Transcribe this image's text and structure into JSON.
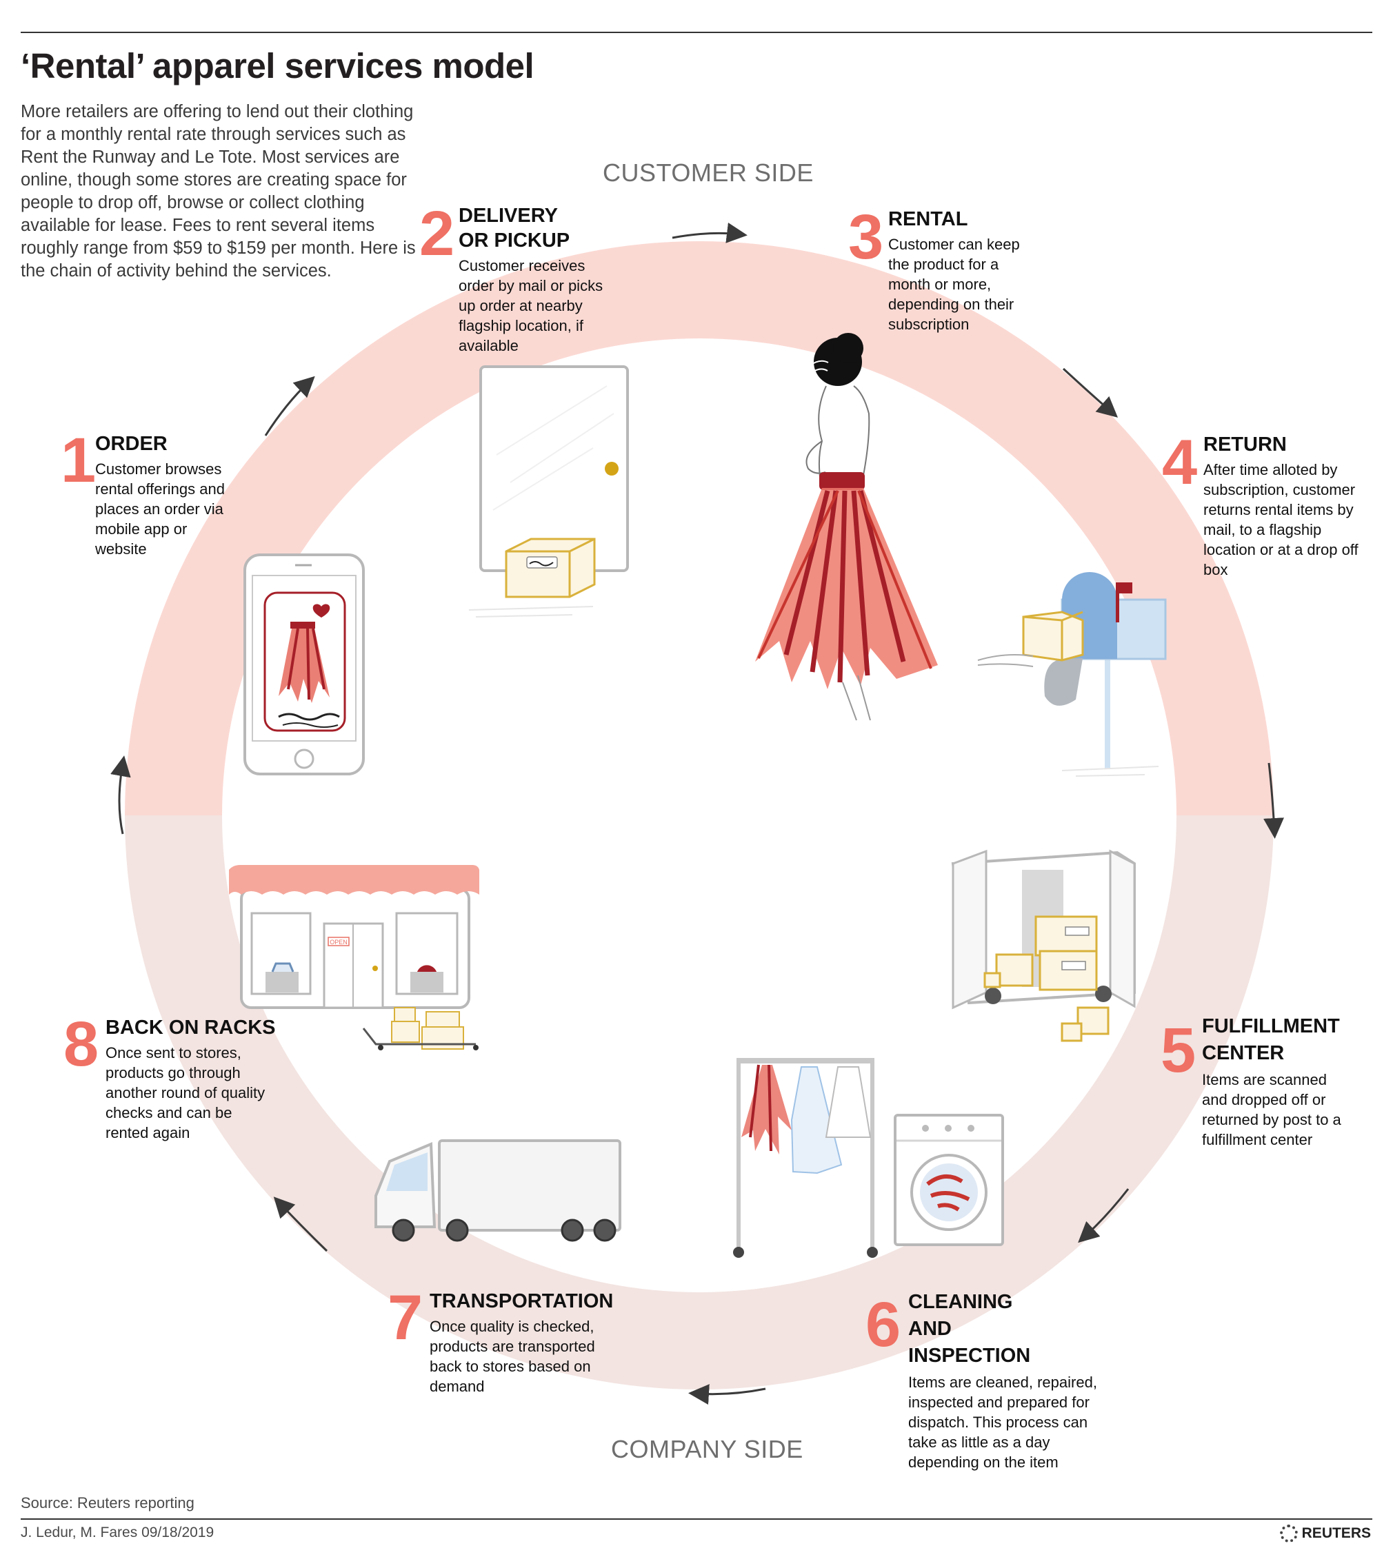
{
  "title": "‘Rental’ apparel services model",
  "intro": "More retailers are offering to lend out their clothing for a monthly rental rate through services such as Rent the Runway and Le Tote. Most services are online, though some stores are creating space for people to drop off, browse or collect clothing available for lease. Fees to rent several items roughly range from $59 to $159 per month. Here is the chain of activity behind the services.",
  "sides": {
    "customer": "CUSTOMER SIDE",
    "company": "COMPANY SIDE"
  },
  "colors": {
    "customer_ring": "#fbd9d3",
    "company_ring": "#f3e4e1",
    "step_number": "#ef7064",
    "accent_red": "#a51f28"
  },
  "steps": [
    {
      "number": "1",
      "heading": "ORDER",
      "text": "Customer browses rental offerings and places an order via mobile app or website",
      "icon": "smartphone-icon"
    },
    {
      "number": "2",
      "heading": "DELIVERY OR PICKUP",
      "text": "Customer receives order by mail or picks up order at nearby flagship location, if available",
      "icon": "door-package-icon"
    },
    {
      "number": "3",
      "heading": "RENTAL",
      "text": "Customer can keep the product for a month or more, depending on their subscription",
      "icon": "woman-dress-icon"
    },
    {
      "number": "4",
      "heading": "RETURN",
      "text": "After time alloted by subscription, customer returns rental items by mail, to a flagship location or at a drop off box",
      "icon": "mailbox-icon"
    },
    {
      "number": "5",
      "heading": "FULFILLMENT CENTER",
      "text": "Items are scanned and dropped off or returned by post to a fulfillment center",
      "icon": "warehouse-icon"
    },
    {
      "number": "6",
      "heading": "CLEANING AND INSPECTION",
      "text": "Items are cleaned, repaired, inspected and prepared for dispatch. This process can take as little as a day depending on the item",
      "icon": "washing-machine-icon"
    },
    {
      "number": "7",
      "heading": "TRANSPORTATION",
      "text": "Once quality is checked, products are transported back to stores based on demand",
      "icon": "truck-icon"
    },
    {
      "number": "8",
      "heading": "BACK ON RACKS",
      "text": "Once sent to stores, products go through another round of quality checks and can be rented again",
      "icon": "storefront-icon"
    }
  ],
  "store_sign": "OPEN",
  "source": "Source: Reuters reporting",
  "credit": "J. Ledur, M. Fares 09/18/2019",
  "brand": "REUTERS"
}
